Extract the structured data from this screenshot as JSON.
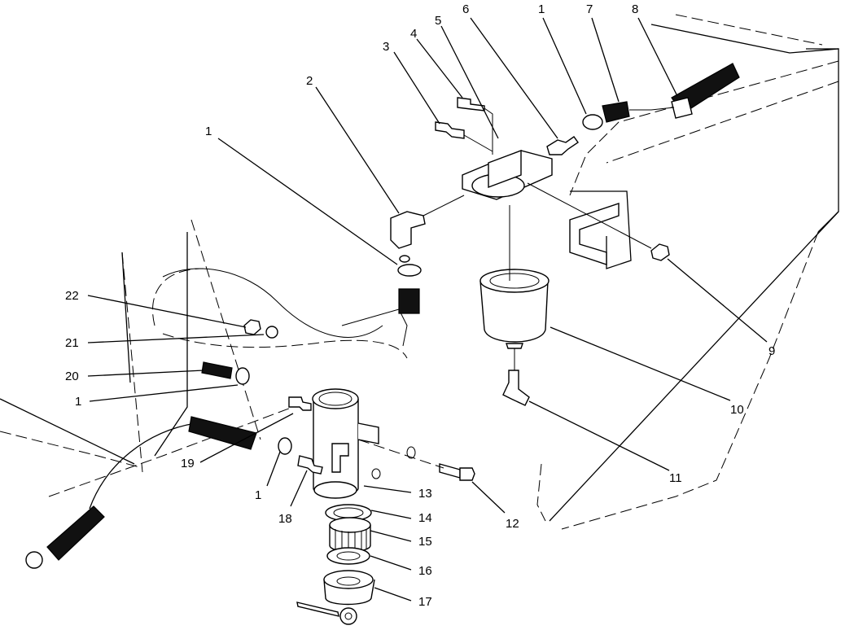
{
  "callouts": [
    {
      "id": "c1a",
      "text": "1"
    },
    {
      "id": "c2",
      "text": "2"
    },
    {
      "id": "c3",
      "text": "3"
    },
    {
      "id": "c4",
      "text": "4"
    },
    {
      "id": "c5",
      "text": "5"
    },
    {
      "id": "c6",
      "text": "6"
    },
    {
      "id": "c1b",
      "text": "1"
    },
    {
      "id": "c7",
      "text": "7"
    },
    {
      "id": "c8",
      "text": "8"
    },
    {
      "id": "c9",
      "text": "9"
    },
    {
      "id": "c10",
      "text": "10"
    },
    {
      "id": "c11",
      "text": "11"
    },
    {
      "id": "c12",
      "text": "12"
    },
    {
      "id": "c13",
      "text": "13"
    },
    {
      "id": "c14",
      "text": "14"
    },
    {
      "id": "c15",
      "text": "15"
    },
    {
      "id": "c16",
      "text": "16"
    },
    {
      "id": "c17",
      "text": "17"
    },
    {
      "id": "c18",
      "text": "18"
    },
    {
      "id": "c1c",
      "text": "1"
    },
    {
      "id": "c19",
      "text": "19"
    },
    {
      "id": "c1d",
      "text": "1"
    },
    {
      "id": "c20",
      "text": "20"
    },
    {
      "id": "c21",
      "text": "21"
    },
    {
      "id": "c22",
      "text": "22"
    }
  ]
}
